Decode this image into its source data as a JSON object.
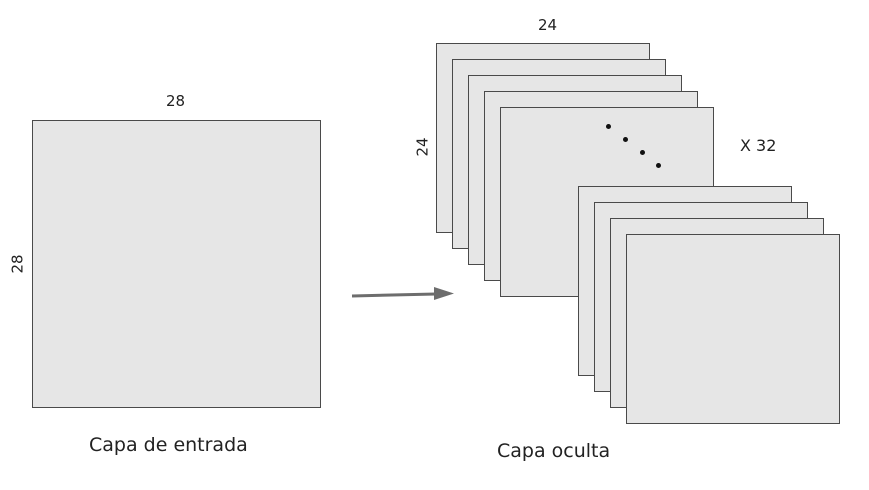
{
  "input_layer": {
    "width_label": "28",
    "height_label": "28",
    "caption": "Capa de entrada"
  },
  "hidden_layer": {
    "width_label": "24",
    "height_label": "24",
    "count_label": "X 32",
    "caption": "Capa oculta",
    "visible_maps_front_group": 4,
    "visible_maps_back_group": 5
  },
  "colors": {
    "sheet_fill": "#e6e6e6",
    "sheet_border": "#4a4a4a",
    "arrow": "#6d6d6d"
  }
}
